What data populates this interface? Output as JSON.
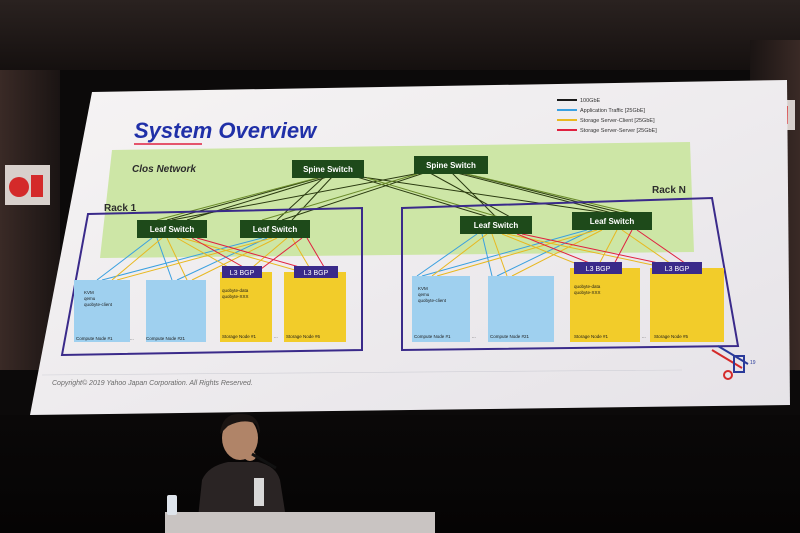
{
  "slide": {
    "title": "System Overview",
    "legend": [
      {
        "label": "100GbE",
        "color": "#1a1a1a"
      },
      {
        "label": "Application Traffic [25GbE]",
        "color": "#3aa0e0"
      },
      {
        "label": "Storage Server-Client [25GbE]",
        "color": "#e8b820"
      },
      {
        "label": "Storage Server-Server [25GbE]",
        "color": "#e02040"
      }
    ],
    "clos_label": "Clos Network",
    "spine_switches": [
      "Spine Switch",
      "Spine Switch"
    ],
    "racks": [
      {
        "label": "Rack 1",
        "leaf_switches": [
          "Leaf Switch",
          "Leaf Switch"
        ],
        "compute_nodes": [
          {
            "caption": "Compute Node #1",
            "software": [
              "KVM",
              "qemu",
              "quobyte-client"
            ]
          },
          {
            "caption": "Compute Node #21",
            "software": []
          }
        ],
        "separator": "...",
        "storage_nodes": [
          {
            "caption": "Storage Node #1",
            "bgp": "L3 BGP",
            "software": [
              "quobyte-data",
              "quobyte-XXX"
            ]
          },
          {
            "caption": "Storage Node #6",
            "bgp": "L3 BGP",
            "software": []
          }
        ]
      },
      {
        "label": "Rack N",
        "leaf_switches": [
          "Leaf Switch",
          "Leaf Switch"
        ],
        "compute_nodes": [
          {
            "caption": "Compute Node #1",
            "software": [
              "KVM",
              "qemu",
              "quobyte-client"
            ]
          },
          {
            "caption": "Compute Node #21",
            "software": []
          }
        ],
        "separator": "...",
        "storage_nodes": [
          {
            "caption": "Storage Node #1",
            "bgp": "L3 BGP",
            "software": [
              "quobyte-data",
              "quobyte-XXX"
            ]
          },
          {
            "caption": "Storage Node #5",
            "bgp": "L3 BGP",
            "software": []
          }
        ]
      }
    ],
    "copyright": "Copyright© 2019  Yahoo Japan Corporation. All Rights Reserved.",
    "logo_sup": "19"
  },
  "colors": {
    "accent_blue": "#2030a8",
    "clos_green": "#cde6a6",
    "switch_green": "#1e4a1a",
    "rack_border": "#3a2a8a",
    "compute_blue": "#9fd0ef",
    "storage_yellow": "#f2cc2a",
    "bgp_purple": "#3a2a8a"
  }
}
